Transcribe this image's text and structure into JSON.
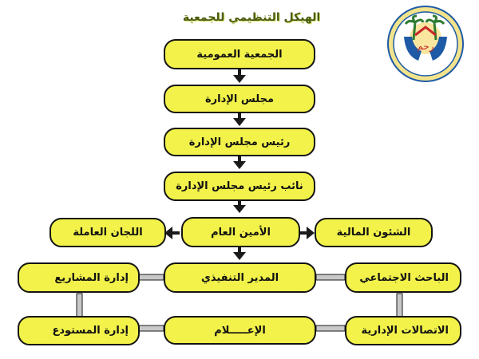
{
  "title": "الهيكل التنظيمي للجمعية",
  "nodes": {
    "general_assembly": "الجمعية العمومية",
    "board": "مجلس الإدارة",
    "board_chair": "رئيس مجلس الإدارة",
    "vice_chair": "نائب رئيس مجلس الإدارة",
    "secretary_general": "الأمين العام",
    "working_committees": "اللجان العاملة",
    "financial_affairs": "الشئون المالية",
    "executive_director": "المدير التنفيذي",
    "projects_management": "إدارة المشاريع",
    "social_researcher": "الباحث الاجتماعي",
    "warehouse_management": "إدارة المستودع",
    "media": "الإعـــــلام",
    "admin_communications": "الاتصالات الإدارية"
  },
  "logo": {
    "icon": "charity-hands-logo",
    "colors": {
      "ring": "#1e5aa6",
      "hands": "#1e5aa6",
      "roof": "#c62828",
      "palms": "#2e7d32",
      "sun": "#f5c400"
    }
  },
  "colors": {
    "node_fill": "#f2f24a",
    "node_border": "#141414",
    "title": "#4a5d16",
    "line": "#1a1a1a",
    "connector_gray": "#c8c8c8"
  }
}
